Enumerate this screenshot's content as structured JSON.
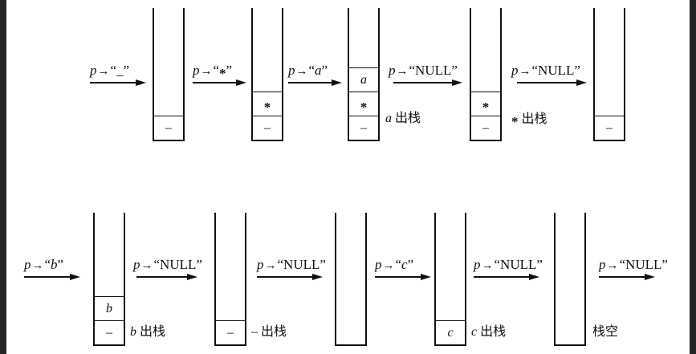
{
  "quotes": {
    "open": "“",
    "close": "”"
  },
  "row1": {
    "transitions": [
      {
        "var": "p",
        "arrow": "→",
        "value": "_"
      },
      {
        "var": "p",
        "arrow": "→",
        "value": "*"
      },
      {
        "var": "p",
        "arrow": "→",
        "value": "a"
      },
      {
        "var": "p",
        "arrow": "→",
        "value": "NULL"
      },
      {
        "var": "p",
        "arrow": "→",
        "value": "NULL"
      }
    ],
    "stacks": [
      {
        "cells": [
          "–"
        ]
      },
      {
        "cells": [
          "*",
          "–"
        ]
      },
      {
        "cells": [
          "a",
          "*",
          "–"
        ],
        "note": {
          "symbol": "a",
          "text": "出栈"
        }
      },
      {
        "cells": [
          "*",
          "–"
        ],
        "note": {
          "symbol": "*",
          "text": "出栈"
        }
      },
      {
        "cells": [
          "–"
        ]
      }
    ]
  },
  "row2": {
    "transitions": [
      {
        "var": "p",
        "arrow": "→",
        "value": "b"
      },
      {
        "var": "p",
        "arrow": "→",
        "value": "NULL"
      },
      {
        "var": "p",
        "arrow": "→",
        "value": "NULL"
      },
      {
        "var": "p",
        "arrow": "→",
        "value": "c"
      },
      {
        "var": "p",
        "arrow": "→",
        "value": "NULL"
      },
      {
        "var": "p",
        "arrow": "→",
        "value": "NULL"
      }
    ],
    "stacks": [
      {
        "cells": [
          "b",
          "–"
        ],
        "note": {
          "symbol": "b",
          "text": "出栈"
        }
      },
      {
        "cells": [
          "–"
        ],
        "note": {
          "symbol": "–",
          "text": "出栈"
        }
      },
      {
        "cells": []
      },
      {
        "cells": [
          "c"
        ],
        "note": {
          "symbol": "c",
          "text": "出栈"
        }
      },
      {
        "cells": [],
        "note": {
          "text": "栈空"
        }
      }
    ]
  }
}
